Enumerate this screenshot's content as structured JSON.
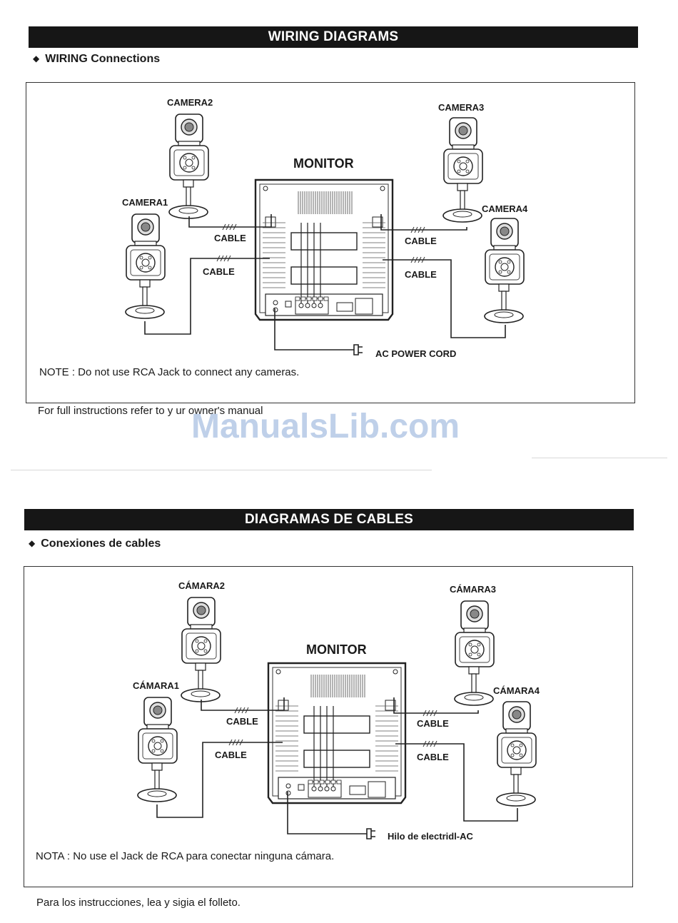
{
  "sections": [
    {
      "banner": "WIRING DIAGRAMS",
      "subtitle": "WIRING Connections",
      "camera1": "CAMERA1",
      "camera2": "CAMERA2",
      "camera3": "CAMERA3",
      "camera4": "CAMERA4",
      "monitor": "MONITOR",
      "cable": "CABLE",
      "power": "AC POWER CORD",
      "note": "NOTE : Do not use RCA Jack to connect any cameras.",
      "footer": "For full instructions refer to y   ur owner's manual"
    },
    {
      "banner": "DIAGRAMAS DE CABLES",
      "subtitle": "Conexiones de cables",
      "camera1": "CÁMARA1",
      "camera2": "CÁMARA2",
      "camera3": "CÁMARA3",
      "camera4": "CÁMARA4",
      "monitor": "MONITOR",
      "cable": "CABLE",
      "power": "Hilo de electridl-AC",
      "note": "NOTA : No use el Jack de RCA para conectar ninguna cámara.",
      "footer": "Para los instrucciones, lea y sigia el folleto."
    }
  ],
  "watermark": "ManualsLib.com",
  "icons": {
    "bullet": "diamond-bullet-icon",
    "plug": "power-plug-icon",
    "camera": "security-camera-icon",
    "monitor": "monitor-back-panel-icon"
  }
}
